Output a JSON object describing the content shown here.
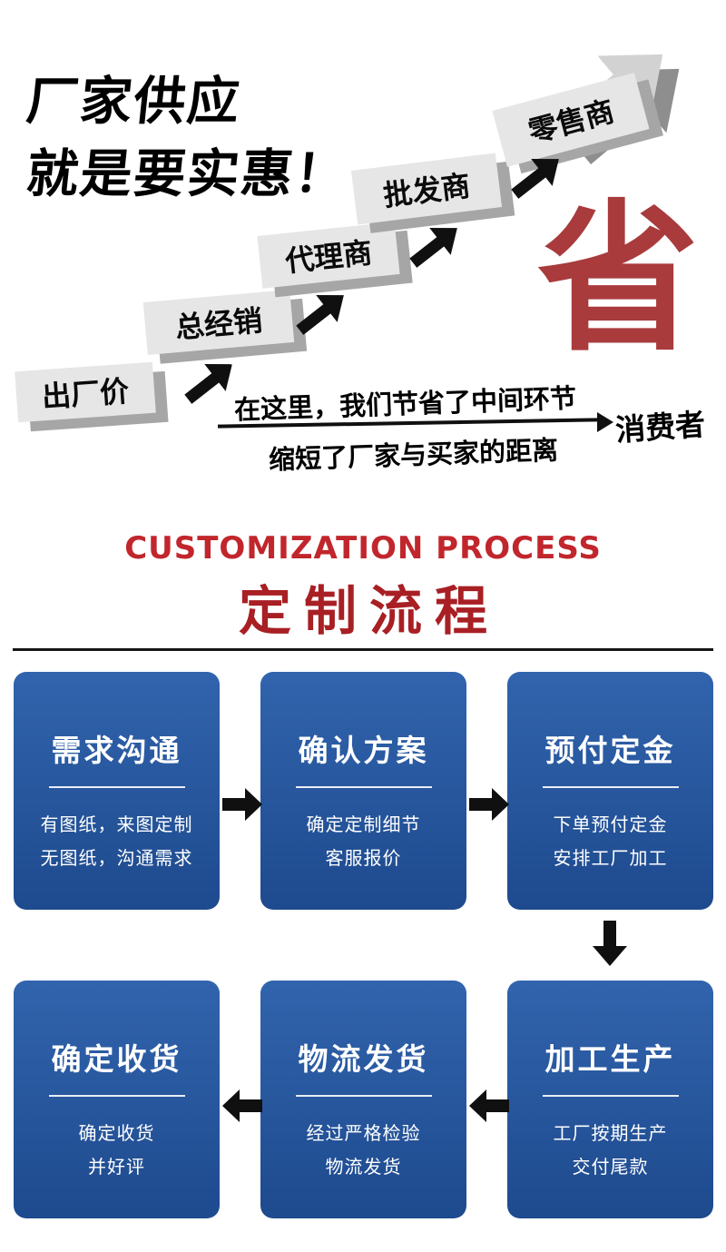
{
  "colors": {
    "accent_red": "#c1262c",
    "title_red": "#a81f24",
    "save_red": "#a93b3d",
    "arrow_black": "#101010",
    "box_top": "#3164ad",
    "box_bottom": "#1e4a8e",
    "stair_light": "#e6e6e6",
    "stair_shadow": "#a6a6a6"
  },
  "hero": {
    "title_line1": "厂家供应",
    "title_line2": "就是要实惠！",
    "steps": [
      "出厂价",
      "总经销",
      "代理商",
      "批发商",
      "零售商"
    ],
    "save_character": "省",
    "note_line1": "在这里，我们节省了中间环节",
    "note_line2": "缩短了厂家与买家的距离",
    "consumer_label": "消费者"
  },
  "process": {
    "heading_en": "CUSTOMIZATION PROCESS",
    "heading_zh": "定制流程",
    "boxes": [
      {
        "title": "需求沟通",
        "lines": [
          "有图纸，来图定制",
          "无图纸，沟通需求"
        ]
      },
      {
        "title": "确认方案",
        "lines": [
          "确定定制细节",
          "客服报价"
        ]
      },
      {
        "title": "预付定金",
        "lines": [
          "下单预付定金",
          "安排工厂加工"
        ]
      },
      {
        "title": "加工生产",
        "lines": [
          "工厂按期生产",
          "交付尾款"
        ]
      },
      {
        "title": "物流发货",
        "lines": [
          "经过严格检验",
          "物流发货"
        ]
      },
      {
        "title": "确定收货",
        "lines": [
          "确定收货",
          "并好评"
        ]
      }
    ]
  }
}
